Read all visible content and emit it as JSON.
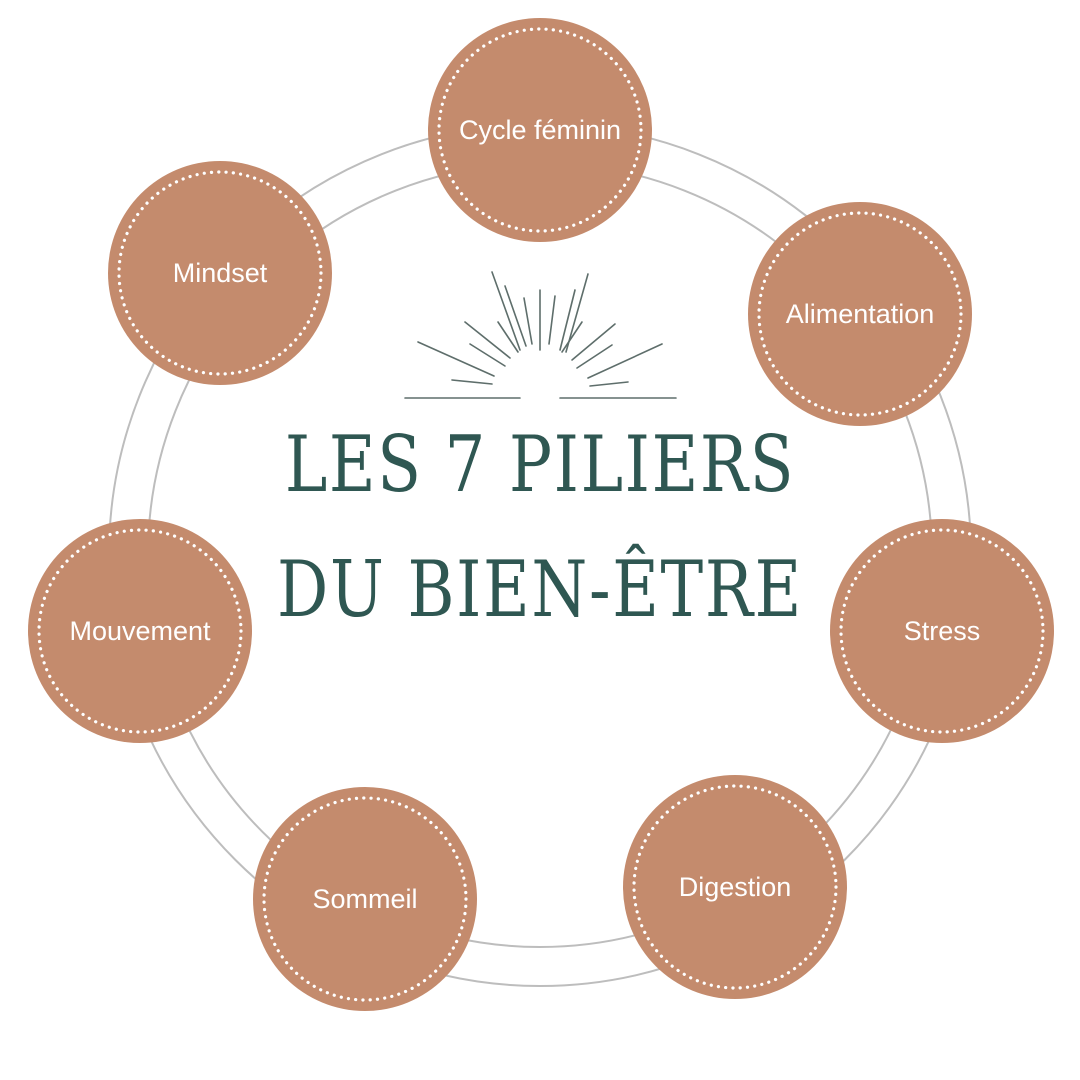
{
  "title": {
    "line1": "LES 7 PILIERS",
    "line2": "DU BIEN-ÊTRE"
  },
  "pillars": [
    {
      "label": "Cycle féminin"
    },
    {
      "label": "Alimentation"
    },
    {
      "label": "Stress"
    },
    {
      "label": "Digestion"
    },
    {
      "label": "Sommeil"
    },
    {
      "label": "Mouvement"
    },
    {
      "label": "Mindset"
    }
  ],
  "colors": {
    "circle_fill": "#c48b6d",
    "dots": "#ffffff",
    "ring": "#bdbdbd",
    "title": "#2f5752",
    "sun_lines": "#5e6e6b"
  },
  "icons": [
    "sunrise-icon"
  ]
}
